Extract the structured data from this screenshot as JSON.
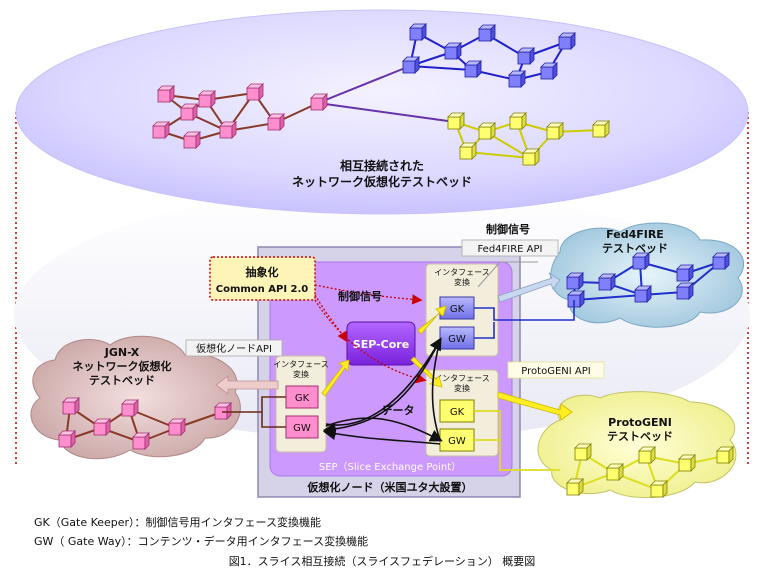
{
  "top_cloud": {
    "caption_line1": "相互接続された",
    "caption_line2": "ネットワーク仮想化テストベッド"
  },
  "signals": {
    "control_top": "制御信号",
    "control_mid": "制御信号",
    "data": "データ"
  },
  "apis": {
    "fed4fire": "Fed4FIRE API",
    "protogeni": "ProtoGENI API",
    "virtual_node": "仮想化ノードAPI"
  },
  "abstraction": {
    "line1": "抽象化",
    "line2": "Common API 2.0"
  },
  "testbeds": {
    "fed4fire_line1": "Fed4FIRE",
    "fed4fire_line2": "テストベッド",
    "protogeni_line1": "ProtoGENI",
    "protogeni_line2": "テストベッド",
    "jgnx_line1": "JGN-X",
    "jgnx_line2": "ネットワーク仮想化",
    "jgnx_line3": "テストベッド"
  },
  "node": {
    "sep_core": "SEP-Core",
    "sep_label": "SEP（Slice Exchange Point）",
    "virtual_node_label": "仮想化ノード（米国ユタ大設置）",
    "if_conv_line1": "インタフェース",
    "if_conv_line2": "変換",
    "gk": "GK",
    "gw": "GW"
  },
  "legend": {
    "gk_def": "GK（Gate Keeper）：制御信号用インタフェース変換機能",
    "gw_def": "GW（ Gate Way）：コンテンツ・データ用インタフェース変換機能"
  },
  "figure_caption": "図1．スライス相互接続（スライスフェデレーション） 概要図",
  "colors": {
    "pink_node": "#ff88cc",
    "blue_node": "#7777ff",
    "yellow_node": "#ffff66",
    "sep_purple": "#cc99ff",
    "core_purple": "#9933ff",
    "accent_red": "#cc0000"
  }
}
